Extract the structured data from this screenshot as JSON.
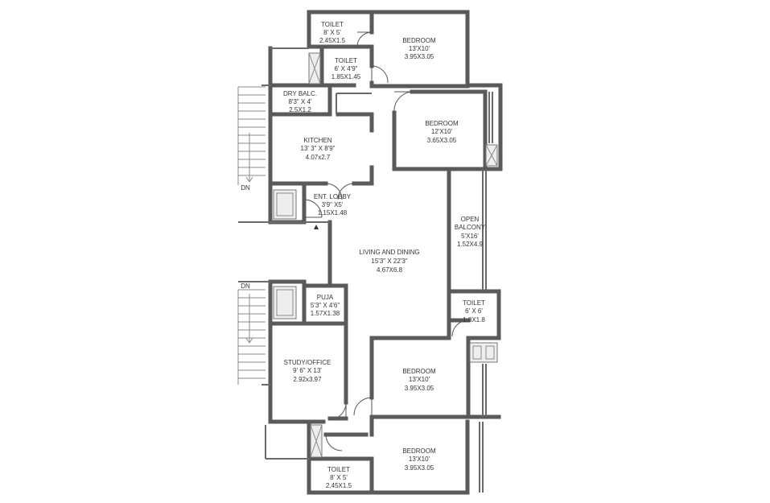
{
  "rooms": {
    "toilet_top": {
      "name": "TOILET",
      "dim1": "8' X 5'",
      "dim2": "2.45X1.5"
    },
    "bedroom_top": {
      "name": "BEDROOM",
      "dim1": "13'X10'",
      "dim2": "3.95X3.05"
    },
    "toilet_top_small": {
      "name": "TOILET",
      "dim1": "6' X 4'9\"",
      "dim2": "1.85X1.45"
    },
    "dry_balcony": {
      "name": "DRY BALC.",
      "dim1": "8'3\" X 4'",
      "dim2": "2.5X1.2"
    },
    "bedroom_upper_right": {
      "name": "BEDROOM",
      "dim1": "12'X10'",
      "dim2": "3.65X3.05"
    },
    "kitchen": {
      "name": "KITCHEN",
      "dim1": "13' 3\" X 8'9\"",
      "dim2": "4.07x2.7"
    },
    "ent_lobby": {
      "name": "ENT. LOBBY",
      "dim1": "3'9\" X5'",
      "dim2": "1.15X1.48"
    },
    "open_balcony": {
      "name_line1": "OPEN",
      "name_line2": "BALCONY",
      "dim1": "5'X16'",
      "dim2": "1.52X4.9"
    },
    "living_dining": {
      "name": "LIVING AND DINING",
      "dim1": "15'3\" X 22'3\"",
      "dim2": "4.67X6.8"
    },
    "puja": {
      "name": "PUJA",
      "dim1": "5'3\" X 4'6\"",
      "dim2": "1.57X1.38"
    },
    "toilet_right": {
      "name": "TOILET",
      "dim1": "6' X 6'",
      "dim2": "1.8X1.8"
    },
    "study_office": {
      "name": "STUDY/OFFICE",
      "dim1": "9' 6\" X 13'",
      "dim2": "2.92x3.97"
    },
    "bedroom_lower_mid": {
      "name": "BEDROOM",
      "dim1": "13'X10'",
      "dim2": "3.95X3.05"
    },
    "bedroom_bottom": {
      "name": "BEDROOM",
      "dim1": "13'X10'",
      "dim2": "3.95X3.05"
    },
    "toilet_bottom": {
      "name": "TOILET",
      "dim1": "8' X 5'",
      "dim2": "2.45X1.5"
    }
  },
  "stairs": {
    "dn_upper": "DN",
    "dn_lower": "DN"
  },
  "colors": {
    "wall": "#5a5a5a",
    "text": "#333333",
    "background": "#ffffff"
  }
}
